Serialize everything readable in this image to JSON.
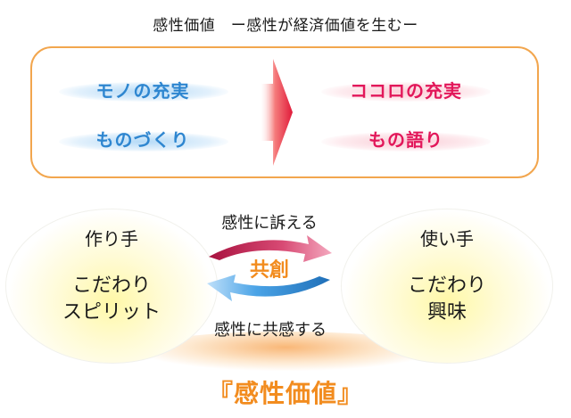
{
  "header": {
    "title": "感性価値　ー感性が経済価値を生むー"
  },
  "left_column": [
    {
      "text": "モノの充実"
    },
    {
      "text": "ものづくり"
    }
  ],
  "right_column": [
    {
      "text": "ココロの充実"
    },
    {
      "text": "もの語り"
    }
  ],
  "maker": {
    "title": "作り手",
    "lines": [
      "こだわり",
      "スピリット"
    ]
  },
  "user": {
    "title": "使い手",
    "lines": [
      "こだわり",
      "興味"
    ]
  },
  "cycle": {
    "top_label": "感性に訴える",
    "center_label": "共創",
    "bottom_label": "感性に共感する"
  },
  "result": {
    "text": "『感性価値』"
  },
  "colors": {
    "border_orange": "#f2a64e",
    "blue_text": "#2e86d0",
    "pink_text": "#e2175a",
    "accent_orange": "#f28c1f",
    "arrow_red": "#e01a3a",
    "cycle_blue": "#3a93d8",
    "cycle_magenta": "#c4224e"
  }
}
